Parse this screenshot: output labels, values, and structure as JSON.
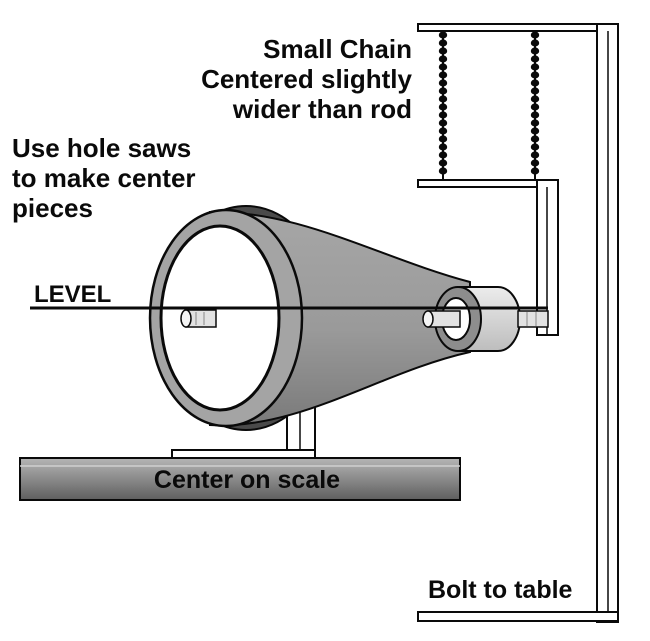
{
  "labels": {
    "chain_line1": "Small Chain",
    "chain_line2": "Centered slightly",
    "chain_line3": "wider than rod",
    "holesaw_line1": "Use hole saws",
    "holesaw_line2": "to make center",
    "holesaw_line3": "pieces",
    "level": "LEVEL",
    "scale": "Center on scale",
    "bolt": "Bolt to table"
  },
  "colors": {
    "rod_body": "#9d9d9d",
    "rod_dark": "#555555",
    "big_end_face": "#ffffff",
    "small_end_bushing": "#d6d6d6",
    "scale_plate": "#8c8c8c",
    "outline": "#0a0a0a"
  }
}
